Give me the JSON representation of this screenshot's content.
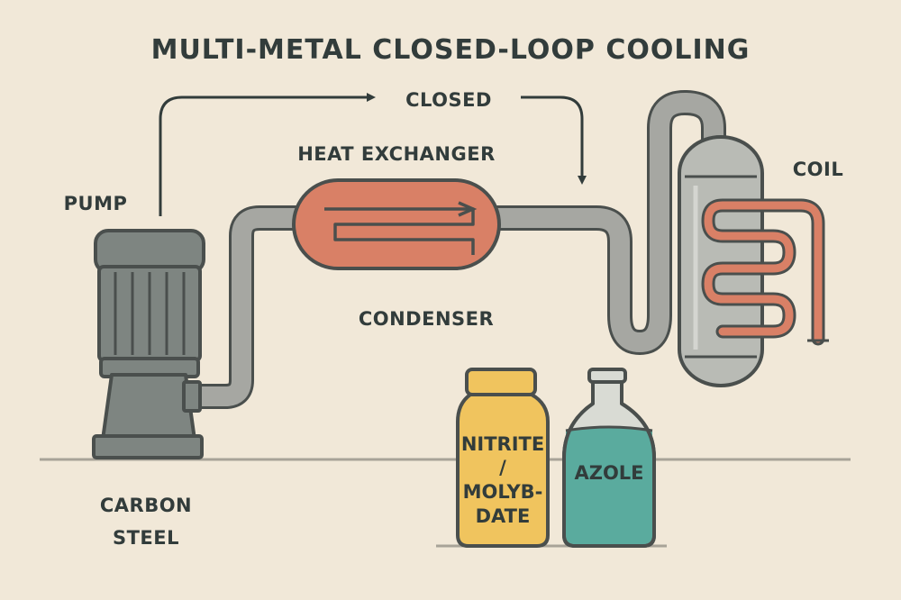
{
  "diagram": {
    "title": "MULTI-METAL CLOSED-LOOP COOLING",
    "labels": {
      "closed": "CLOSED",
      "heat_exchanger": "HEAT EXCHANGER",
      "pump": "PUMP",
      "coil": "COIL",
      "condenser": "CONDENSER",
      "carbon_steel_line1": "CARBON",
      "carbon_steel_line2": "STEEL"
    },
    "bottles": {
      "nitrite": {
        "line1": "NITRITE",
        "line2": "/",
        "line3": "MOLYB-",
        "line4": "DATE"
      },
      "azole": {
        "line1": "AZOLE"
      }
    },
    "colors": {
      "background": "#f1e8d8",
      "outline": "#4a4f4d",
      "pipe": "#a6a7a2",
      "pump_body": "#7e8581",
      "copper": "#d98066",
      "tank": "#b9bbb5",
      "nitrite_bottle": "#f0c45e",
      "azole_bottle": "#5aab9e",
      "text": "#323c3b"
    }
  }
}
